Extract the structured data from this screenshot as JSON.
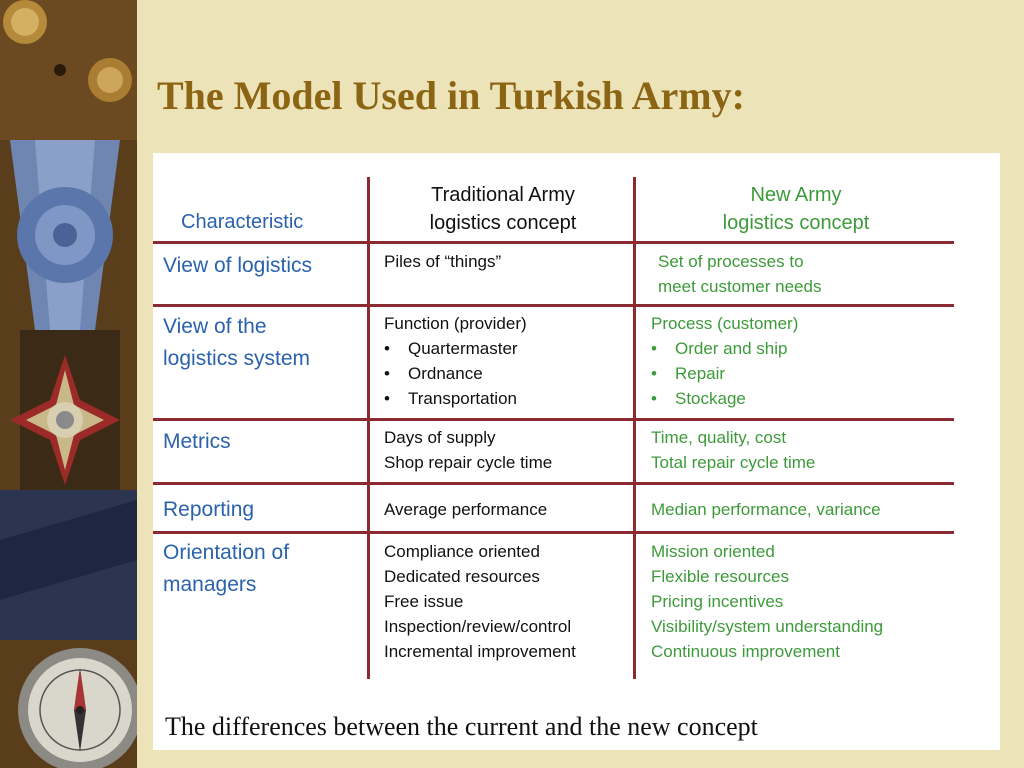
{
  "slide": {
    "title": "The Model Used in Turkish Army:",
    "caption": "The differences between the current and the new concept"
  },
  "table": {
    "headers": {
      "characteristic": "Characteristic",
      "traditional": [
        "Traditional Army",
        "logistics concept"
      ],
      "new": [
        "New Army",
        "logistics concept"
      ]
    },
    "rows": [
      {
        "characteristic": [
          "View of logistics"
        ],
        "traditional": [
          "Piles of “things”"
        ],
        "new": [
          "Set of processes to",
          "meet customer needs"
        ]
      },
      {
        "characteristic": [
          "View of the",
          "logistics system"
        ],
        "traditional": [
          "Function (provider)",
          "Quartermaster",
          "Ordnance",
          "Transportation"
        ],
        "new": [
          "Process (customer)",
          "Order and ship",
          "Repair",
          "Stockage"
        ]
      },
      {
        "characteristic": [
          "Metrics"
        ],
        "traditional": [
          "Days of supply",
          "Shop repair cycle time"
        ],
        "new": [
          "Time, quality, cost",
          "Total repair cycle time"
        ]
      },
      {
        "characteristic": [
          "Reporting"
        ],
        "traditional": [
          "Average performance"
        ],
        "new": [
          "Median performance, variance"
        ]
      },
      {
        "characteristic": [
          "Orientation of",
          "managers"
        ],
        "traditional": [
          "Compliance oriented",
          "Dedicated resources",
          "Free issue",
          "Inspection/review/control",
          "Incremental improvement"
        ],
        "new": [
          "Mission oriented",
          "Flexible resources",
          "Pricing incentives",
          "Visibility/system understanding",
          "Continuous improvement"
        ]
      }
    ]
  },
  "colors": {
    "title": "#8c6514",
    "characteristic_text": "#2b62ad",
    "new_concept_text": "#3d9a3a",
    "rule_lines": "#8b2a30",
    "slide_background": "#ede3b8"
  },
  "icons": [
    "medal-ribbon-icon",
    "cross-medal-icon",
    "compass-icon",
    "brass-button-icon"
  ]
}
